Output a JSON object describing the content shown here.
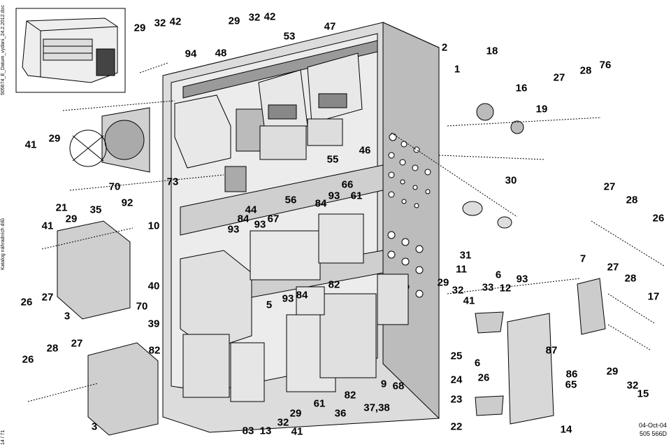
{
  "margin": {
    "doc_id": "505674_E_Datum_vydani_24.2.2012.doc",
    "catalog": "Katalog náhradních dílů",
    "page": "14 / 71"
  },
  "stamp": {
    "date": "04-Oct-04",
    "code": "505 566D"
  },
  "callouts": [
    "29",
    "32",
    "42",
    "29",
    "32",
    "42",
    "53",
    "47",
    "2",
    "1",
    "18",
    "94",
    "48",
    "16",
    "27",
    "28",
    "76",
    "19",
    "41",
    "29",
    "46",
    "55",
    "70",
    "92",
    "73",
    "56",
    "66",
    "61",
    "30",
    "84",
    "93",
    "27",
    "28",
    "26",
    "21",
    "35",
    "41",
    "29",
    "44",
    "84",
    "93",
    "67",
    "10",
    "93",
    "31",
    "11",
    "7",
    "33",
    "6",
    "93",
    "12",
    "40",
    "82",
    "29",
    "32",
    "41",
    "27",
    "28",
    "17",
    "26",
    "27",
    "3",
    "5",
    "93",
    "84",
    "70",
    "39",
    "82",
    "25",
    "87",
    "26",
    "6",
    "29",
    "86",
    "65",
    "26",
    "28",
    "27",
    "9",
    "68",
    "24",
    "37,38",
    "82",
    "23",
    "61",
    "29",
    "36",
    "32",
    "22",
    "14",
    "32",
    "15",
    "3",
    "83",
    "13",
    "41"
  ],
  "colors": {
    "line": "#000000",
    "panel_light": "#e6e6e6",
    "panel_mid": "#cfcfcf",
    "panel_dark": "#9a9a9a"
  }
}
